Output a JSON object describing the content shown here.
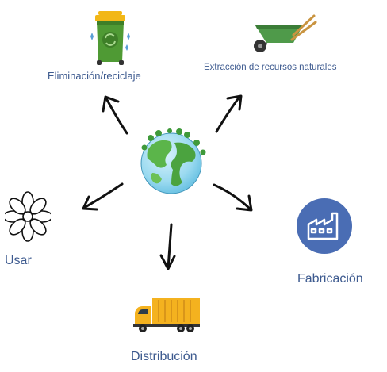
{
  "center": {
    "icon": "earth-globe-icon"
  },
  "nodes": [
    {
      "id": "eliminacion",
      "label": "Eliminación/reciclaje",
      "icon": "recycling-bin-icon"
    },
    {
      "id": "extraccion",
      "label": "Extracción de recursos naturales",
      "icon": "wheelbarrow-icon"
    },
    {
      "id": "fabricacion",
      "label": "Fabricación",
      "icon": "factory-icon"
    },
    {
      "id": "distribucion",
      "label": "Distribución",
      "icon": "truck-icon"
    },
    {
      "id": "usar",
      "label": "Usar",
      "icon": "flower-icon"
    }
  ],
  "colors": {
    "label": "#3d5a8f",
    "factory_circle": "#4a6db4",
    "bin_green": "#4f9a34",
    "bin_lid": "#f2b716",
    "truck_yellow": "#f4b21f",
    "arrow": "#111111"
  }
}
